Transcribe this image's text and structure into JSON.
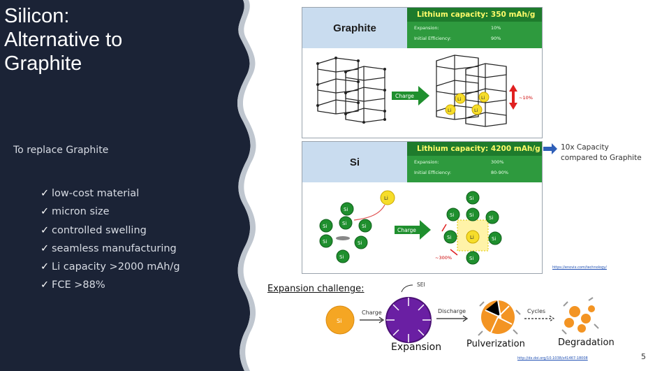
{
  "slide": {
    "title_lines": [
      "Silicon:",
      "Alternative to",
      "Graphite"
    ],
    "subtitle": "To replace Graphite",
    "bullets": [
      "low-cost material",
      "micron size",
      "controlled swelling",
      "seamless manufacturing",
      "Li capacity >2000 mAh/g",
      "FCE >88%"
    ],
    "check_glyph": "✓",
    "page_number": "5"
  },
  "graphite_panel": {
    "name": "Graphite",
    "capacity": "Lithium capacity: 350 mAh/g",
    "expansion_label": "Expansion:",
    "expansion_value": "10%",
    "efficiency_label": "Initial Efficiency:",
    "efficiency_value": "90%",
    "arrow_label": "Charge",
    "expansion_note": "~10%",
    "li_label": "Li"
  },
  "si_panel": {
    "name": "Si",
    "capacity": "Lithium capacity: 4200 mAh/g",
    "expansion_label": "Expansion:",
    "expansion_value": "300%",
    "efficiency_label": "Initial Efficiency:",
    "efficiency_value": "80-90%",
    "arrow_label": "Charge",
    "expansion_note": "~300%",
    "si_label": "Si",
    "li_label": "Li"
  },
  "callout": {
    "line1": "10x Capacity",
    "line2": "compared to Graphite"
  },
  "source_link_1": "https://enovix.com/technology/",
  "source_link_2": "http://dx.doi.org/10.1038/s41467-18008",
  "expansion": {
    "title": "Expansion challenge:",
    "sei": "SEI",
    "charge": "Charge",
    "discharge": "Discharge",
    "cycles": "Cycles",
    "si": "Si",
    "stage1": "Expansion",
    "stage2": "Pulverization",
    "stage3": "Degradation"
  },
  "colors": {
    "panel_bg": "#1b2336",
    "accent_green": "#2e9a3e",
    "capacity_text": "#fffb6a",
    "si_green": "#1f8f2e",
    "li_yellow": "#f6dd2a",
    "expansion_purple": "#6a1fa3",
    "pulverized_orange": "#f39423",
    "callout_blue": "#2f5fb8"
  },
  "icons": [
    "check-icon",
    "arrow-right-icon",
    "double-arrow-icon"
  ]
}
